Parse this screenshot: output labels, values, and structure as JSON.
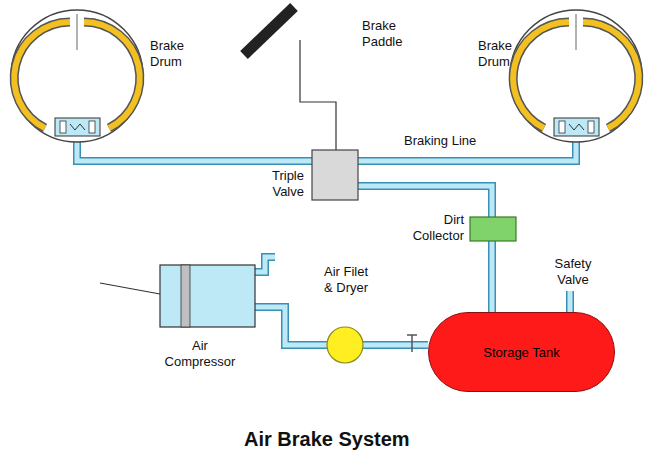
{
  "diagram": {
    "title": "Air Brake System",
    "nodes": [
      {
        "text": [
          "Storage Tank"
        ]
      }
    ],
    "labels": [
      "Brake Paddle",
      "Brake Drum",
      "Brake Drum",
      "Braking Line",
      "Triple Valve",
      "Dirt Collector",
      "Air Filet & Dryer",
      "Safety Valve",
      "Air Compressor"
    ]
  }
}
